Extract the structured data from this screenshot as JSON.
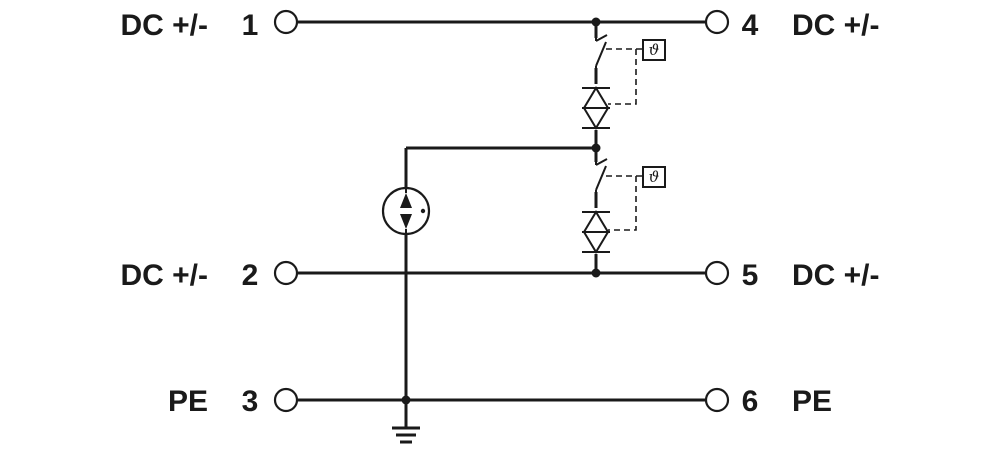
{
  "terminals": {
    "t1": {
      "number": "1",
      "label": "DC +/-"
    },
    "t2": {
      "number": "2",
      "label": "DC +/-"
    },
    "t3": {
      "number": "3",
      "label": "PE"
    },
    "t4": {
      "number": "4",
      "label": "DC +/-"
    },
    "t5": {
      "number": "5",
      "label": "DC +/-"
    },
    "t6": {
      "number": "6",
      "label": "PE"
    }
  },
  "thermal_symbol": "ϑ",
  "colors": {
    "line": "#1a1a1a",
    "background": "#ffffff"
  },
  "icons": {
    "terminal": "open-circle-terminal",
    "junction": "filled-dot",
    "ground": "ground-symbol",
    "gas_discharge_tube": "gas-discharge-tube-icon",
    "varistor": "bidirectional-diode-icon",
    "thermal_disconnect": "thermal-switch-icon"
  }
}
